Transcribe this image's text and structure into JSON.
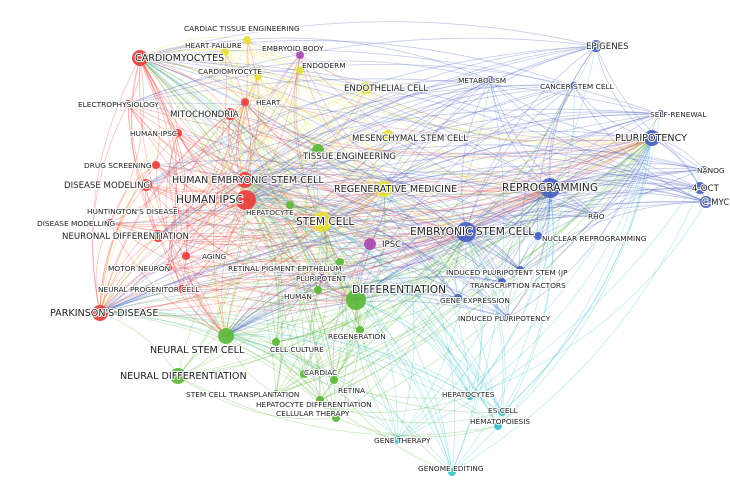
{
  "map": {
    "clusters": {
      "red": {
        "color": "#e8413c"
      },
      "green": {
        "color": "#5cb83b"
      },
      "blue": {
        "color": "#4a5fc0"
      },
      "yellow": {
        "color": "#e6df3a"
      },
      "purple": {
        "color": "#a74bb0"
      },
      "cyan": {
        "color": "#3fc2c8"
      }
    },
    "nodes": [
      {
        "id": "cardiomyocytes",
        "label": "CARDIOMYOCYTES",
        "cluster": "red",
        "weight": 3
      },
      {
        "id": "electrophysiology",
        "label": "ELECTROPHYSIOLOGY",
        "cluster": "red",
        "weight": 1
      },
      {
        "id": "mitochondria",
        "label": "MITOCHONDRIA",
        "cluster": "red",
        "weight": 2
      },
      {
        "id": "human-ipsc-small",
        "label": "HUMAN-IPSC",
        "cluster": "red",
        "weight": 1
      },
      {
        "id": "drug-screening",
        "label": "DRUG SCREENING",
        "cluster": "red",
        "weight": 1
      },
      {
        "id": "disease-modeling",
        "label": "DISEASE MODELING",
        "cluster": "red",
        "weight": 2
      },
      {
        "id": "human-esc",
        "label": "HUMAN EMBRYONIC STEM CELL",
        "cluster": "red",
        "weight": 3
      },
      {
        "id": "human-ipsc",
        "label": "HUMAN IPSC",
        "cluster": "red",
        "weight": 4
      },
      {
        "id": "huntingtons",
        "label": "HUNTINGTON'S DISEASE",
        "cluster": "red",
        "weight": 1
      },
      {
        "id": "disease-modelling",
        "label": "DISEASE MODELLING",
        "cluster": "red",
        "weight": 1
      },
      {
        "id": "neuronal-diff",
        "label": "NEURONAL DIFFERENTIATION",
        "cluster": "red",
        "weight": 2
      },
      {
        "id": "aging",
        "label": "AGING",
        "cluster": "red",
        "weight": 1
      },
      {
        "id": "motor-neuron",
        "label": "MOTOR NEURON",
        "cluster": "red",
        "weight": 1
      },
      {
        "id": "neural-progenitor",
        "label": "NEURAL PROGENITOR CELL",
        "cluster": "red",
        "weight": 1
      },
      {
        "id": "parkinsons",
        "label": "PARKINSON'S DISEASE",
        "cluster": "red",
        "weight": 3
      },
      {
        "id": "heart",
        "label": "HEART",
        "cluster": "red",
        "weight": 1
      },
      {
        "id": "cardiac-te",
        "label": "CARDIAC TISSUE ENGINEERING",
        "cluster": "yellow",
        "weight": 1
      },
      {
        "id": "heart-failure",
        "label": "HEART FAILURE",
        "cluster": "yellow",
        "weight": 1
      },
      {
        "id": "embryoid-body",
        "label": "EMBRYOID BODY",
        "cluster": "purple",
        "weight": 1
      },
      {
        "id": "cardiomyocyte",
        "label": "CARDIOMYOCYTE",
        "cluster": "yellow",
        "weight": 1
      },
      {
        "id": "endoderm",
        "label": "ENDODERM",
        "cluster": "yellow",
        "weight": 1
      },
      {
        "id": "endothelial-cell",
        "label": "ENDOTHELIAL CELL",
        "cluster": "yellow",
        "weight": 2
      },
      {
        "id": "mesenchymal",
        "label": "MESENCHYMAL STEM CELL",
        "cluster": "yellow",
        "weight": 2
      },
      {
        "id": "stem-cell",
        "label": "STEM CELL",
        "cluster": "yellow",
        "weight": 4
      },
      {
        "id": "regenerative-medicine",
        "label": "REGENERATIVE MEDICINE",
        "cluster": "yellow",
        "weight": 3
      },
      {
        "id": "tissue-engineering",
        "label": "TISSUE ENGINEERING",
        "cluster": "green",
        "weight": 2
      },
      {
        "id": "hepatocyte",
        "label": "HEPATOCYTE",
        "cluster": "green",
        "weight": 1
      },
      {
        "id": "ipsc",
        "label": "IPSC",
        "cluster": "purple",
        "weight": 2
      },
      {
        "id": "retinal-pigment",
        "label": "RETINAL PIGMENT EPITHELIUM",
        "cluster": "green",
        "weight": 1
      },
      {
        "id": "pluripotent",
        "label": "PLURIPOTENT",
        "cluster": "purple",
        "weight": 1
      },
      {
        "id": "human",
        "label": "HUMAN",
        "cluster": "green",
        "weight": 1
      },
      {
        "id": "differentiation",
        "label": "DIFFERENTIATION",
        "cluster": "green",
        "weight": 4
      },
      {
        "id": "regeneration",
        "label": "REGENERATION",
        "cluster": "green",
        "weight": 1
      },
      {
        "id": "neural-stem-cell",
        "label": "NEURAL STEM CELL",
        "cluster": "green",
        "weight": 3
      },
      {
        "id": "cell-culture",
        "label": "CELL CULTURE",
        "cluster": "green",
        "weight": 1
      },
      {
        "id": "neural-diff",
        "label": "NEURAL DIFFERENTIATION",
        "cluster": "green",
        "weight": 3
      },
      {
        "id": "cardiac",
        "label": "CARDIAC",
        "cluster": "green",
        "weight": 1
      },
      {
        "id": "retina",
        "label": "RETINA",
        "cluster": "green",
        "weight": 1
      },
      {
        "id": "sct",
        "label": "STEM CELL TRANSPLANTATION",
        "cluster": "green",
        "weight": 1
      },
      {
        "id": "hepatocyte-diff",
        "label": "HEPATOCYTE DIFFERENTIATION",
        "cluster": "green",
        "weight": 1
      },
      {
        "id": "cellular-therapy",
        "label": "CELLULAR THERAPY",
        "cluster": "green",
        "weight": 1
      },
      {
        "id": "gene-therapy",
        "label": "GENE THERAPY",
        "cluster": "cyan",
        "weight": 1
      },
      {
        "id": "genome-editing",
        "label": "GENOME EDITING",
        "cluster": "cyan",
        "weight": 1
      },
      {
        "id": "hepatocytes",
        "label": "HEPATOCYTES",
        "cluster": "cyan",
        "weight": 1
      },
      {
        "id": "es-cell",
        "label": "ES CELL",
        "cluster": "cyan",
        "weight": 1
      },
      {
        "id": "hematopoiesis",
        "label": "HEMATOPOIESIS",
        "cluster": "cyan",
        "weight": 1
      },
      {
        "id": "epigenes",
        "label": "EPIGENES",
        "cluster": "blue",
        "weight": 2
      },
      {
        "id": "metabolism",
        "label": "METABOLISM",
        "cluster": "blue",
        "weight": 1
      },
      {
        "id": "cancer-stem-cell",
        "label": "CANCER STEM CELL",
        "cluster": "blue",
        "weight": 1
      },
      {
        "id": "self-renewal",
        "label": "SELF-RENEWAL",
        "cluster": "blue",
        "weight": 1
      },
      {
        "id": "pluripotency",
        "label": "PLURIPOTENCY",
        "cluster": "blue",
        "weight": 3
      },
      {
        "id": "nanog",
        "label": "NANOG",
        "cluster": "blue",
        "weight": 1
      },
      {
        "id": "oct4",
        "label": "4-OCT",
        "cluster": "blue",
        "weight": 2
      },
      {
        "id": "c-myc",
        "label": "C-MYC",
        "cluster": "blue",
        "weight": 2
      },
      {
        "id": "reprogramming",
        "label": "REPROGRAMMING",
        "cluster": "blue",
        "weight": 4
      },
      {
        "id": "esc",
        "label": "EMBRYONIC STEM CELL",
        "cluster": "blue",
        "weight": 4
      },
      {
        "id": "nuclear-reprogramming",
        "label": "NUCLEAR REPROGRAMMING",
        "cluster": "blue",
        "weight": 1
      },
      {
        "id": "rho",
        "label": "RHO",
        "cluster": "blue",
        "weight": 1
      },
      {
        "id": "induced-psc-jp",
        "label": "INDUCED PLURIPOTENT STEM (JP",
        "cluster": "blue",
        "weight": 1
      },
      {
        "id": "transcription-factors",
        "label": "TRANSCRIPTION FACTORS",
        "cluster": "blue",
        "weight": 1
      },
      {
        "id": "gene-expression",
        "label": "GENE EXPRESSION",
        "cluster": "blue",
        "weight": 1
      },
      {
        "id": "induced-pluripotency",
        "label": "INDUCED PLURIPOTENCY",
        "cluster": "blue",
        "weight": 1
      }
    ]
  }
}
